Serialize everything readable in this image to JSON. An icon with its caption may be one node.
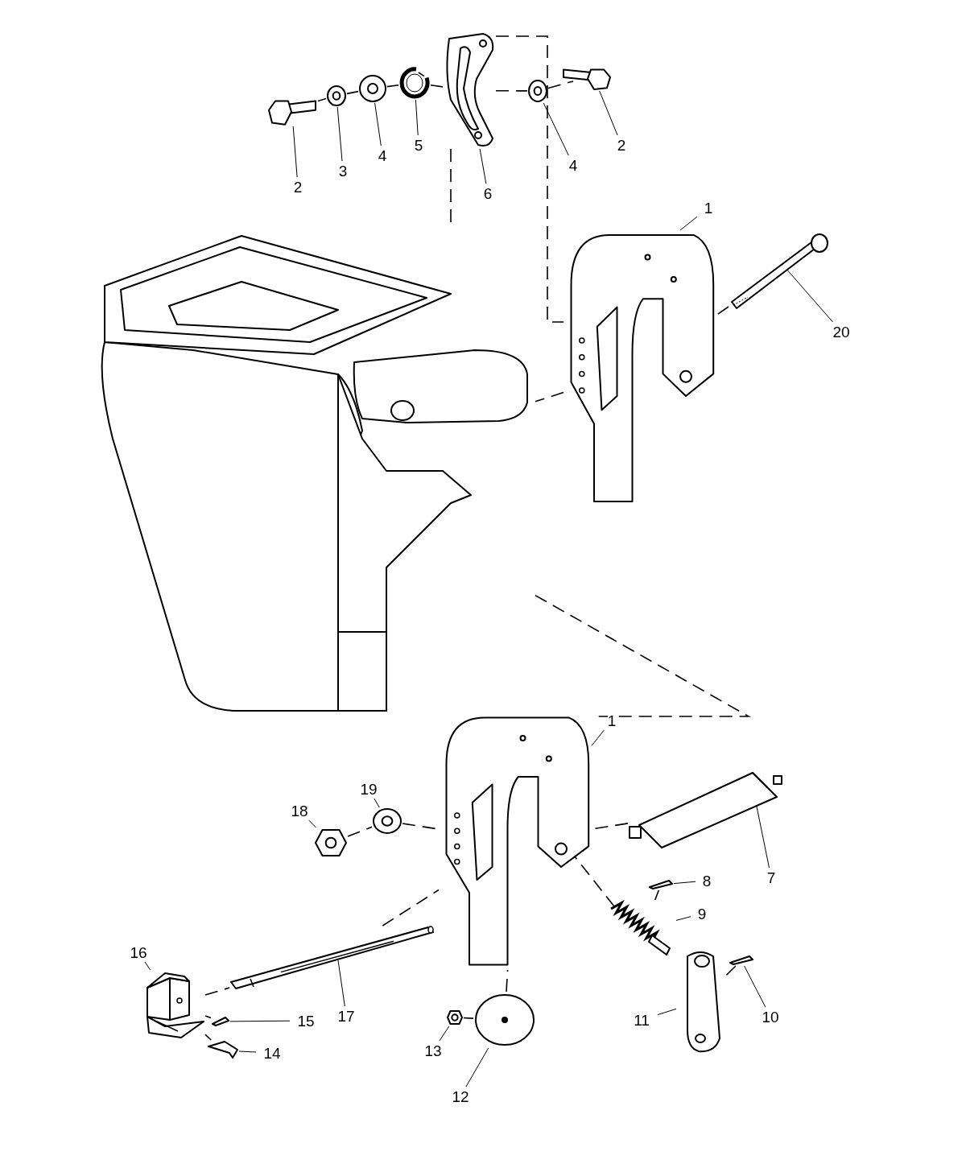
{
  "diagram": {
    "nodes": [
      {
        "text": [],
        "shape": "picture"
      },
      {
        "text": [],
        "shape": "picture"
      },
      {
        "text": [],
        "shape": "picture"
      },
      {
        "text": [],
        "shape": "picture"
      },
      {
        "text": [],
        "shape": "picture"
      },
      {
        "text": [],
        "shape": "picture"
      },
      {
        "text": [],
        "shape": "picture"
      },
      {
        "text": [
          "2"
        ]
      },
      {
        "text": [
          "3"
        ]
      },
      {
        "text": [
          "4"
        ]
      },
      {
        "text": [
          "5"
        ]
      },
      {
        "text": [
          "6"
        ]
      },
      {
        "text": [
          "4"
        ]
      },
      {
        "text": [
          "2"
        ]
      },
      {
        "text": [],
        "shape": "picture"
      },
      {
        "text": [],
        "shape": "picture"
      },
      {
        "text": [
          "1"
        ]
      },
      {
        "text": [],
        "shape": "picture"
      },
      {
        "text": [
          "20"
        ]
      },
      {
        "text": [],
        "shape": "picture"
      },
      {
        "text": [
          "1"
        ]
      },
      {
        "text": [
          "19"
        ]
      },
      {
        "text": [],
        "shape": "picture"
      },
      {
        "text": [
          "18"
        ]
      },
      {
        "text": [],
        "shape": "picture"
      },
      {
        "text": [],
        "shape": "picture"
      },
      {
        "text": [
          "7"
        ]
      },
      {
        "text": [
          "8"
        ]
      },
      {
        "text": [],
        "shape": "picture"
      },
      {
        "text": [
          "9"
        ]
      },
      {
        "text": [],
        "shape": "picture"
      },
      {
        "text": [
          "10"
        ]
      },
      {
        "text": [],
        "shape": "picture"
      },
      {
        "text": [
          "11"
        ]
      },
      {
        "text": [],
        "shape": "picture"
      },
      {
        "text": [
          "16"
        ]
      },
      {
        "text": [],
        "shape": "picture"
      },
      {
        "text": [],
        "shape": "picture"
      },
      {
        "text": [
          "17"
        ]
      },
      {
        "text": [
          "15"
        ]
      },
      {
        "text": [],
        "shape": "picture"
      },
      {
        "text": [
          "13"
        ]
      },
      {
        "text": [],
        "shape": "picture"
      },
      {
        "text": [
          "14"
        ]
      },
      {
        "text": [],
        "shape": "picture"
      },
      {
        "text": [
          "12"
        ]
      },
      {
        "text": [],
        "shape": "picture"
      }
    ],
    "edges": [
      {
        "from": 7,
        "to": 0,
        "arrow": "none"
      },
      {
        "from": 8,
        "to": 1,
        "arrow": "none"
      },
      {
        "from": 9,
        "to": 2,
        "arrow": "none"
      },
      {
        "from": 10,
        "to": 3,
        "arrow": "none"
      },
      {
        "from": 11,
        "to": 4,
        "arrow": "none"
      },
      {
        "from": 12,
        "to": 5,
        "arrow": "none"
      },
      {
        "from": 13,
        "to": 6,
        "arrow": "none"
      },
      {
        "from": 16,
        "to": 15,
        "arrow": "none"
      },
      {
        "from": 18,
        "to": 17,
        "arrow": "none"
      },
      {
        "from": 20,
        "to": 19,
        "arrow": "none"
      },
      {
        "from": 21,
        "to": 22,
        "arrow": "none"
      },
      {
        "from": 23,
        "to": 24,
        "arrow": "none"
      },
      {
        "from": 26,
        "to": 25,
        "arrow": "none"
      },
      {
        "from": 27,
        "to": 28,
        "arrow": "none"
      },
      {
        "from": 29,
        "to": 30,
        "arrow": "none"
      },
      {
        "from": 31,
        "to": 32,
        "arrow": "none"
      },
      {
        "from": 33,
        "to": 34,
        "arrow": "none"
      },
      {
        "from": 35,
        "to": 36,
        "arrow": "none"
      },
      {
        "from": 38,
        "to": 37,
        "arrow": "none"
      },
      {
        "from": 39,
        "to": 40,
        "arrow": "none"
      },
      {
        "from": 41,
        "to": 42,
        "arrow": "none"
      },
      {
        "from": 43,
        "to": 44,
        "arrow": "none"
      },
      {
        "from": 45,
        "to": 46,
        "arrow": "none"
      },
      {
        "from": 0,
        "to": 1,
        "arrow": "none",
        "style": "dashed"
      },
      {
        "from": 1,
        "to": 2,
        "arrow": "none",
        "style": "dashed"
      },
      {
        "from": 2,
        "to": 3,
        "arrow": "none",
        "style": "dashed"
      },
      {
        "from": 3,
        "to": 4,
        "arrow": "none",
        "style": "dashed"
      },
      {
        "from": 4,
        "to": 5,
        "arrow": "none",
        "style": "dashed"
      },
      {
        "from": 5,
        "to": 6,
        "arrow": "none",
        "style": "dashed"
      },
      {
        "from": 4,
        "to": 14,
        "arrow": "none",
        "style": "dashed"
      },
      {
        "from": 4,
        "to": 15,
        "arrow": "none",
        "style": "dashed"
      },
      {
        "from": 17,
        "to": 15,
        "arrow": "none",
        "style": "dashed"
      },
      {
        "from": 15,
        "to": 14,
        "arrow": "none",
        "style": "dashed"
      },
      {
        "from": 14,
        "to": 19,
        "arrow": "none",
        "style": "dashed"
      },
      {
        "from": 24,
        "to": 22,
        "arrow": "none",
        "style": "dashed"
      },
      {
        "from": 22,
        "to": 19,
        "arrow": "none",
        "style": "dashed"
      },
      {
        "from": 25,
        "to": 19,
        "arrow": "none",
        "style": "dashed"
      },
      {
        "from": 37,
        "to": 19,
        "arrow": "none",
        "style": "dashed"
      },
      {
        "from": 36,
        "to": 37,
        "arrow": "none",
        "style": "dashed"
      },
      {
        "from": 40,
        "to": 36,
        "arrow": "none",
        "style": "dashed"
      },
      {
        "from": 44,
        "to": 36,
        "arrow": "none",
        "style": "dashed"
      },
      {
        "from": 46,
        "to": 19,
        "arrow": "none",
        "style": "dashed"
      },
      {
        "from": 42,
        "to": 46,
        "arrow": "none",
        "style": "dashed"
      },
      {
        "from": 30,
        "to": 19,
        "arrow": "none",
        "style": "dashed"
      },
      {
        "from": 32,
        "to": 34,
        "arrow": "none",
        "style": "dashed"
      },
      {
        "from": 28,
        "to": 30,
        "arrow": "none",
        "style": "dashed"
      }
    ]
  }
}
